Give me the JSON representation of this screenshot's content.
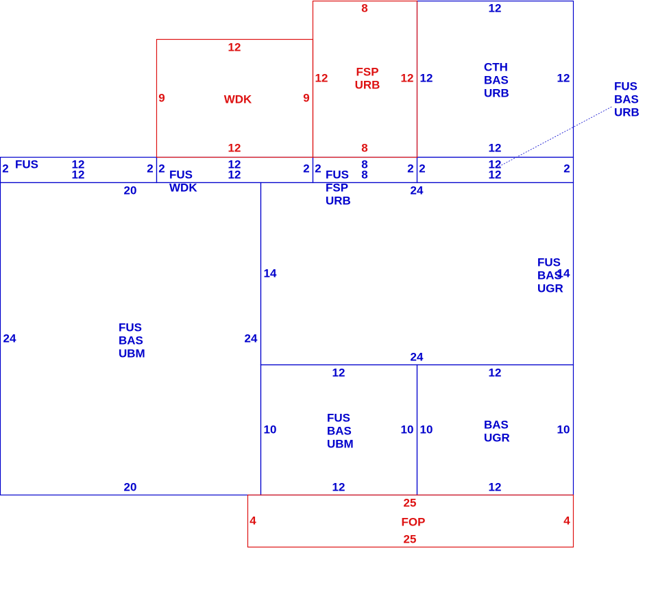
{
  "colors": {
    "blue": "#0000cc",
    "red": "#dd1111"
  },
  "areas": [
    {
      "id": "fsp-urb",
      "color": "red",
      "name": [
        "FSP",
        "URB"
      ],
      "dims": {
        "top": "8",
        "bottom": "8",
        "left": "12",
        "right": "12"
      }
    },
    {
      "id": "cth-bas-urb",
      "color": "blue",
      "name": [
        "CTH",
        "BAS",
        "URB"
      ],
      "dims": {
        "top": "12",
        "bottom": "12",
        "left": "12",
        "right": "12"
      }
    },
    {
      "id": "wdk",
      "color": "red",
      "name": [
        "WDK"
      ],
      "dims": {
        "top": "12",
        "bottom": "12",
        "left": "9",
        "right": "9"
      }
    },
    {
      "id": "fus-1",
      "color": "blue",
      "name": [
        "FUS"
      ],
      "dims": {
        "top": "12",
        "bottom": "12",
        "left": "2",
        "right": "2"
      }
    },
    {
      "id": "fus-wdk",
      "color": "blue",
      "name": [
        "FUS",
        "WDK"
      ],
      "dims": {
        "top": "12",
        "bottom": "12",
        "left": "2",
        "right": "2"
      }
    },
    {
      "id": "fus-fsp-urb",
      "color": "blue",
      "name": [
        "FUS",
        "FSP",
        "URB"
      ],
      "dims": {
        "top": "8",
        "bottom": "8",
        "left": "2",
        "right": "2"
      }
    },
    {
      "id": "fus-bas-urb-strip",
      "color": "blue",
      "name": [
        "FUS",
        "BAS",
        "URB"
      ],
      "dims": {
        "top": "12",
        "bottom": "12",
        "left": "2",
        "right": "2"
      }
    },
    {
      "id": "fus-bas-ubm-large",
      "color": "blue",
      "name": [
        "FUS",
        "BAS",
        "UBM"
      ],
      "dims": {
        "top": "20",
        "bottom": "20",
        "left": "24",
        "right": "24"
      }
    },
    {
      "id": "fus-bas-ugr",
      "color": "blue",
      "name": [
        "FUS",
        "BAS",
        "UGR"
      ],
      "dims": {
        "top": "24",
        "bottom": "24",
        "left": "14",
        "right": "14"
      }
    },
    {
      "id": "fus-bas-ubm-small",
      "color": "blue",
      "name": [
        "FUS",
        "BAS",
        "UBM"
      ],
      "dims": {
        "top": "12",
        "bottom": "12",
        "left": "10",
        "right": "10"
      }
    },
    {
      "id": "bas-ugr",
      "color": "blue",
      "name": [
        "BAS",
        "UGR"
      ],
      "dims": {
        "top": "12",
        "bottom": "12",
        "left": "10",
        "right": "10"
      }
    },
    {
      "id": "fop",
      "color": "red",
      "name": [
        "FOP"
      ],
      "dims": {
        "top": "25",
        "bottom": "25",
        "left": "4",
        "right": "4"
      }
    }
  ]
}
